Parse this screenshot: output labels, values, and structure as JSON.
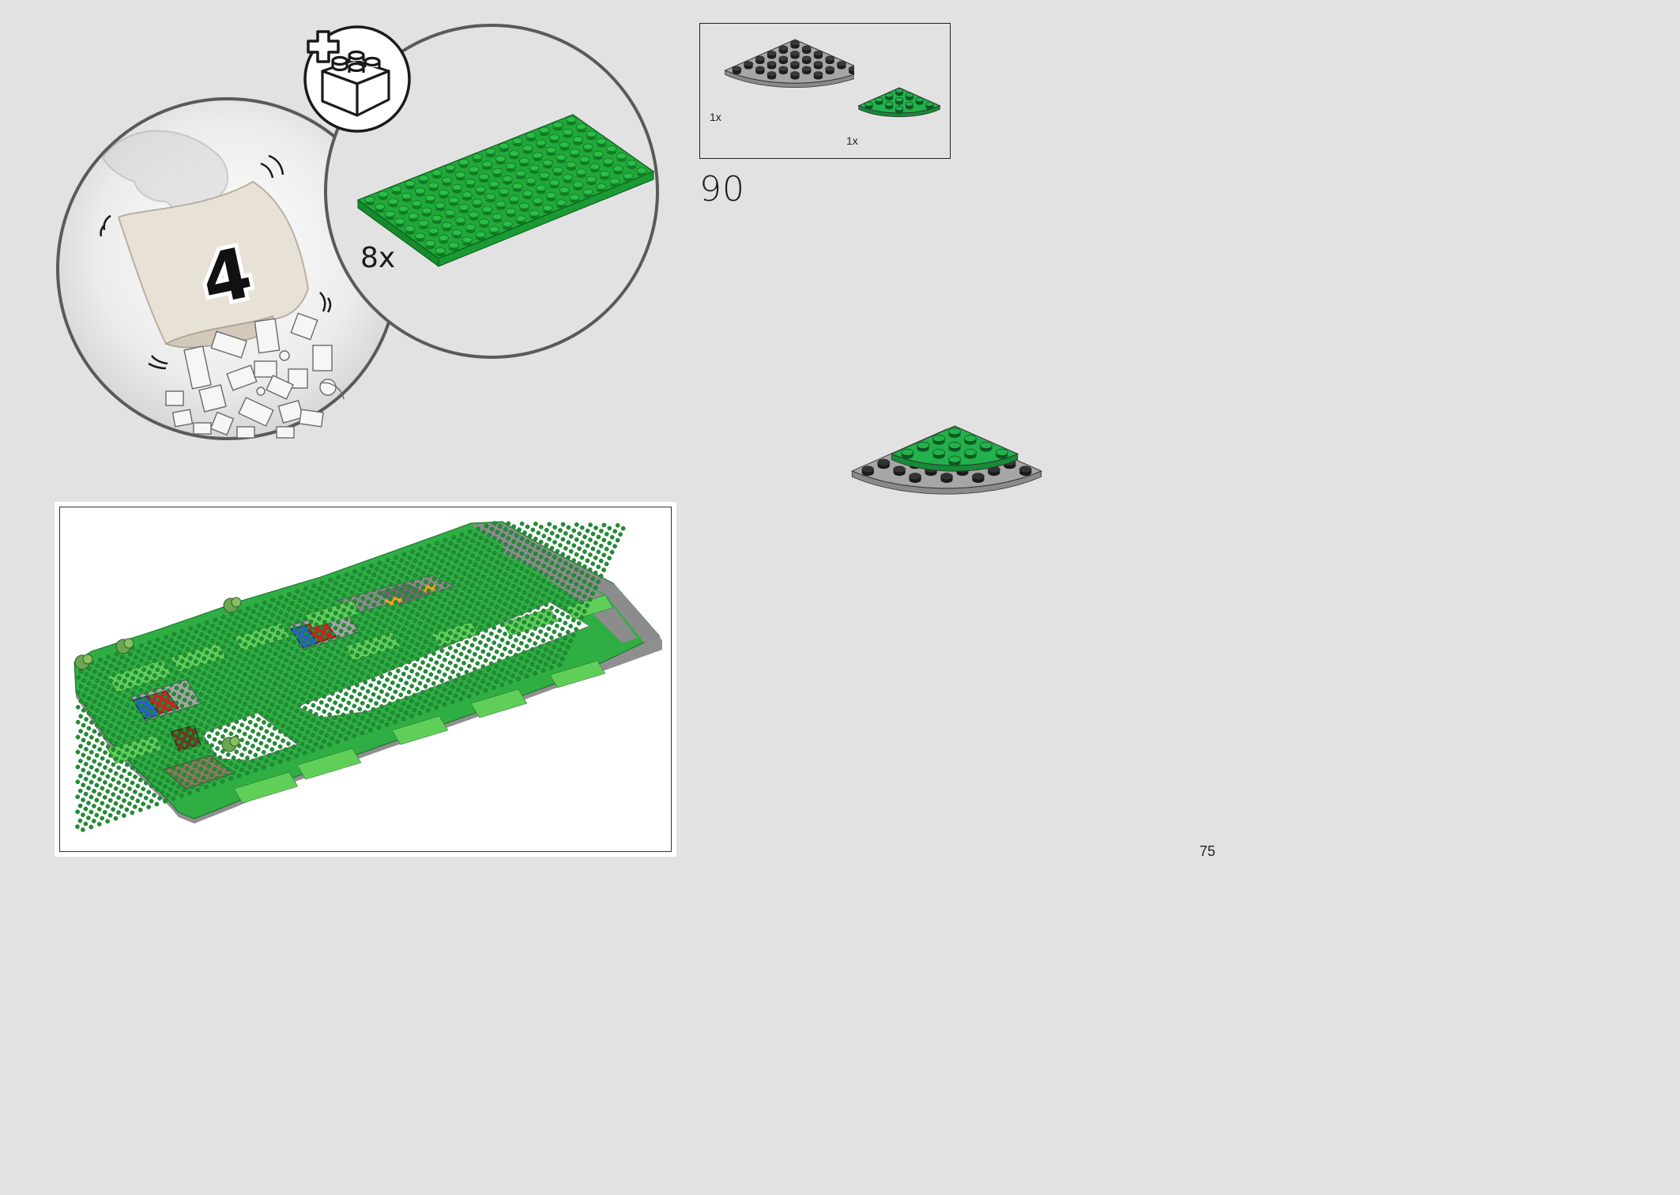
{
  "bag": {
    "number": "4"
  },
  "callout": {
    "quantity": "8x",
    "part_color": "#22a83a"
  },
  "parts_list": {
    "items": [
      {
        "quantity": "1x",
        "part": "gray-round-corner-plate-icon",
        "color": "#a6a6a6"
      },
      {
        "quantity": "1x",
        "part": "green-round-corner-plate-icon",
        "color": "#22b14c"
      }
    ]
  },
  "step": {
    "number": "90"
  },
  "page": {
    "number": "75"
  },
  "colors": {
    "background": "#e2e2e2",
    "lego_green": "#22a83a",
    "lego_gray": "#a6a6a6",
    "stud_dark": "#2a2a2a"
  }
}
